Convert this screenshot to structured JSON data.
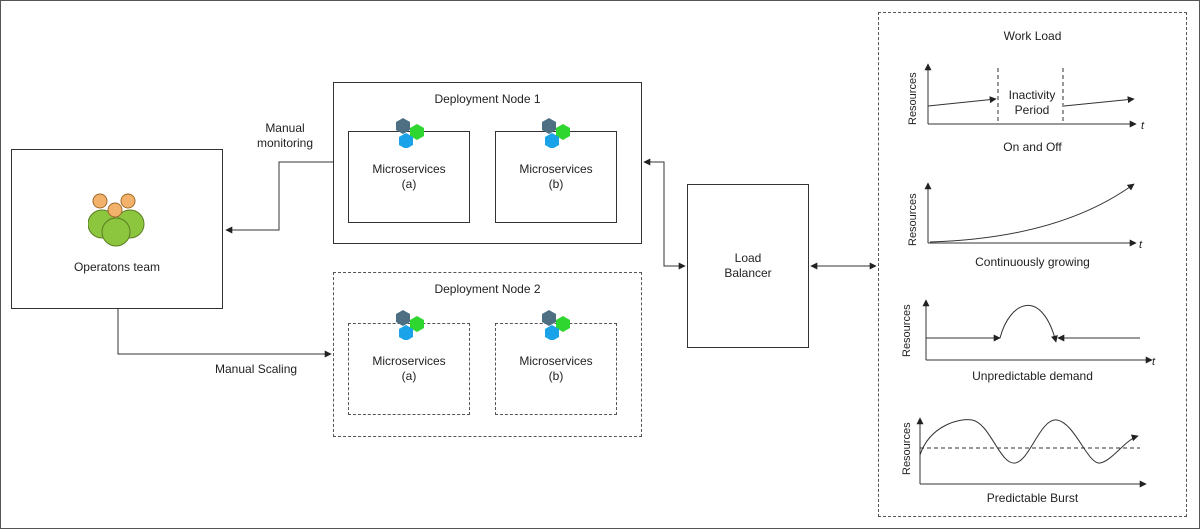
{
  "operations": {
    "label": "Operatons team"
  },
  "links": {
    "monitoring": "Manual\nmonitoring",
    "scaling": "Manual Scaling"
  },
  "node1": {
    "title": "Deployment Node 1",
    "services": [
      {
        "name": "Microservices",
        "sub": "(a)"
      },
      {
        "name": "Microservices",
        "sub": "(b)"
      }
    ]
  },
  "node2": {
    "title": "Deployment Node 2",
    "services": [
      {
        "name": "Microservices",
        "sub": "(a)"
      },
      {
        "name": "Microservices",
        "sub": "(b)"
      }
    ]
  },
  "load_balancer": {
    "label": "Load\nBalancer"
  },
  "workload": {
    "title": "Work Load",
    "y_label": "Resources",
    "x_label": "t",
    "panels": [
      {
        "caption": "On and Off",
        "note": "Inactivity\nPeriod"
      },
      {
        "caption": "Continuously growing"
      },
      {
        "caption": "Unpredictable demand"
      },
      {
        "caption": "Predictable Burst"
      }
    ]
  },
  "colors": {
    "hex_slate": "#4e6e82",
    "hex_green": "#2fd62f",
    "hex_blue": "#1aa3e8",
    "people_orange": "#f2b26b",
    "people_green": "#8cc63f"
  }
}
